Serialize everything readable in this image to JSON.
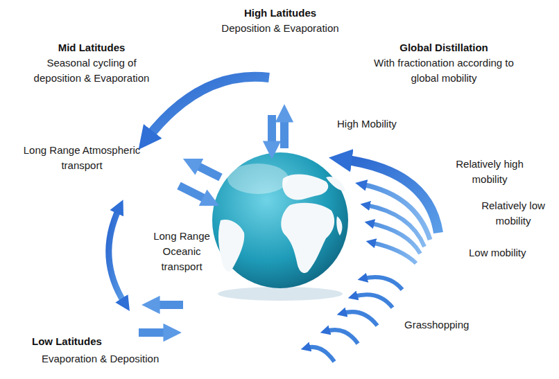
{
  "diagram": {
    "labels": [
      "High Latitudes",
      "Deposition & Evaporation",
      "Mid Latitudes",
      "Seasonal cycling of deposition & Evaporation",
      "Global Distillation",
      "With fractionation according to global mobility",
      "High Mobility",
      "Relatively high mobility",
      "Relatively low mobility",
      "Low mobility",
      "Long Range Atmospheric transport",
      "Long Range Oceanic transport",
      "Low Latitudes",
      "Evaporation & Deposition",
      "Grasshopping"
    ]
  }
}
